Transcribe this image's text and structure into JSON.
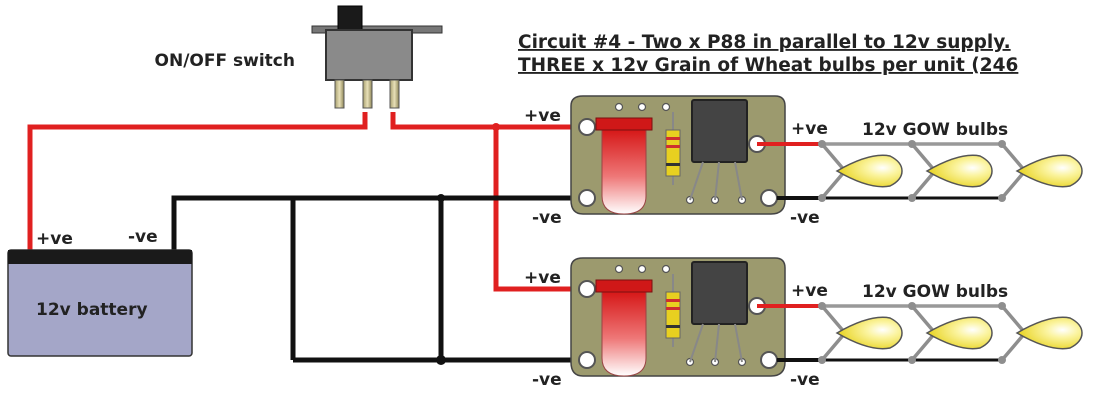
{
  "title": {
    "line1": "Circuit #4 - Two x P88 in parallel to 12v supply.",
    "line2": "THREE x 12v Grain of Wheat bulbs per unit (246"
  },
  "switch": {
    "label": "ON/OFF switch"
  },
  "battery": {
    "label": "12v battery",
    "pos_label": "+ve",
    "neg_label": "-ve"
  },
  "unit1": {
    "in_pos": "+ve",
    "in_neg": "-ve",
    "out_pos": "+ve",
    "out_neg": "-ve",
    "bulbs_label": "12v GOW bulbs"
  },
  "unit2": {
    "in_pos": "+ve",
    "in_neg": "-ve",
    "out_pos": "+ve",
    "out_neg": "-ve",
    "bulbs_label": "12v GOW bulbs"
  },
  "colors": {
    "positive_wire": "#e02020",
    "negative_wire": "#111111",
    "board": "#9c9a6e",
    "battery_body": "#a4a6c8",
    "bulb": "#f2e23a"
  }
}
